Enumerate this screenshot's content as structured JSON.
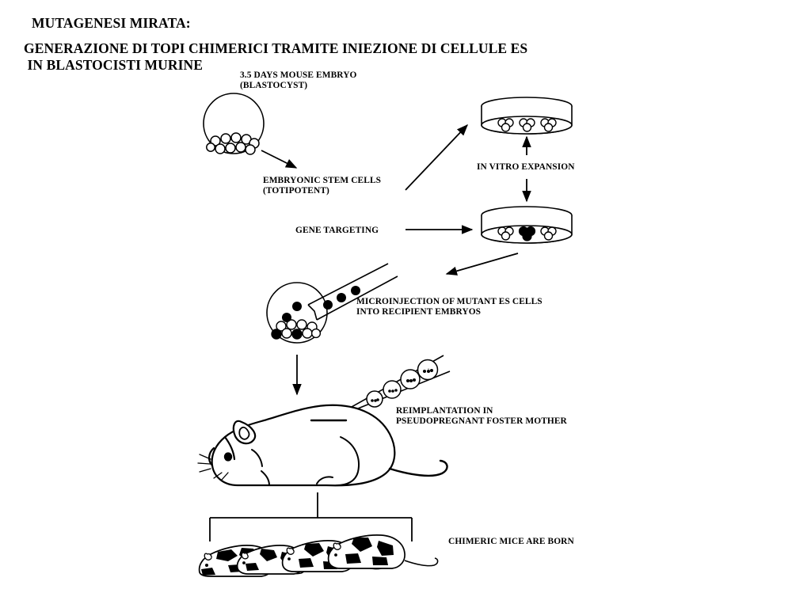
{
  "document": {
    "title_line1": "MUTAGENESI MIRATA:",
    "title_line2": "GENERAZIONE DI TOPI CHIMERICI TRAMITE INIEZIONE DI CELLULE ES\n IN BLASTOCISTI MURINE"
  },
  "labels": {
    "blastocyst": "3.5 DAYS MOUSE EMBRYO\n(BLASTOCYST)",
    "es_cells": "EMBRYONIC STEM CELLS\n(TOTIPOTENT)",
    "in_vitro_expansion": "IN VITRO EXPANSION",
    "gene_targeting": "GENE TARGETING",
    "microinjection": "MICROINJECTION OF MUTANT ES CELLS\nINTO RECIPIENT EMBRYOS",
    "reimplantation": "REIMPLANTATION IN\nPSEUDOPREGNANT FOSTER MOTHER",
    "chimeric_mice": "CHIMERIC MICE ARE BORN"
  },
  "colors": {
    "stroke": "#000000",
    "fill_white": "#ffffff",
    "fill_black": "#000000",
    "background": "#ffffff"
  },
  "figure": {
    "blastocyst_cell_count": 10,
    "dish1_cluster_count": 3,
    "dish1_cells_per_cluster": 3,
    "dish2_cluster_count": 3,
    "dish2_mutant_cluster_index": 1,
    "injected_embryo_black_cells": 5,
    "pipette_cells_in_transit": 3,
    "reimplantation_blastocysts": 4,
    "chimeric_mice_count": 4
  }
}
